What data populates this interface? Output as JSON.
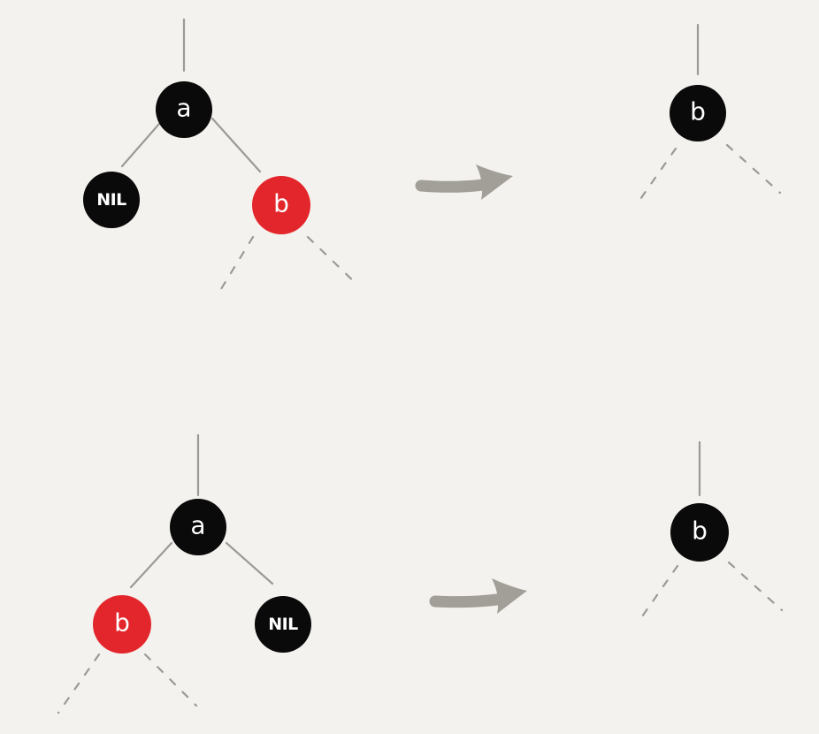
{
  "colors": {
    "background": "#f4f2ee",
    "black_node": "#0a0a0a",
    "red_node": "#e3262b",
    "edge": "#9a9a96",
    "arrow": "#a29e98",
    "label": "#ffffff"
  },
  "cases": [
    {
      "before": {
        "root": {
          "label": "a",
          "color": "black"
        },
        "left": {
          "label": "NIL",
          "color": "black"
        },
        "right": {
          "label": "b",
          "color": "red"
        }
      },
      "after": {
        "root": {
          "label": "b",
          "color": "black"
        }
      }
    },
    {
      "before": {
        "root": {
          "label": "a",
          "color": "black"
        },
        "left": {
          "label": "b",
          "color": "red"
        },
        "right": {
          "label": "NIL",
          "color": "black"
        }
      },
      "after": {
        "root": {
          "label": "b",
          "color": "black"
        }
      }
    }
  ]
}
